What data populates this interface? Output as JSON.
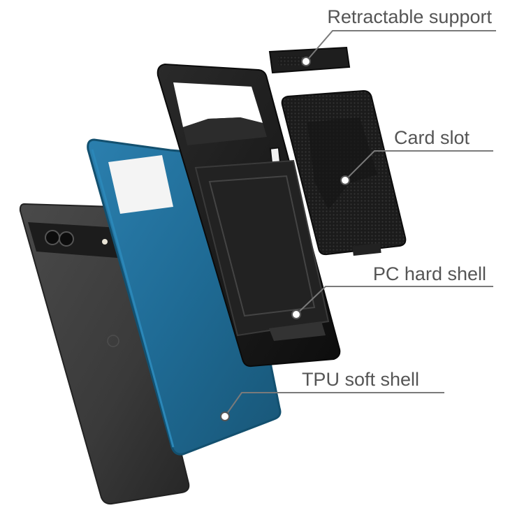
{
  "callouts": {
    "retractable_support": "Retractable support",
    "card_slot": "Card slot",
    "pc_hard_shell": "PC hard shell",
    "tpu_soft_shell": "TPU soft shell"
  },
  "colors": {
    "phone_body": "#3c3c3c",
    "phone_band": "#1f1f1f",
    "tpu_blue": "#1f6b95",
    "shell_black": "#1a1a1a",
    "callout_line": "#7a7a7a",
    "text": "#555555"
  }
}
